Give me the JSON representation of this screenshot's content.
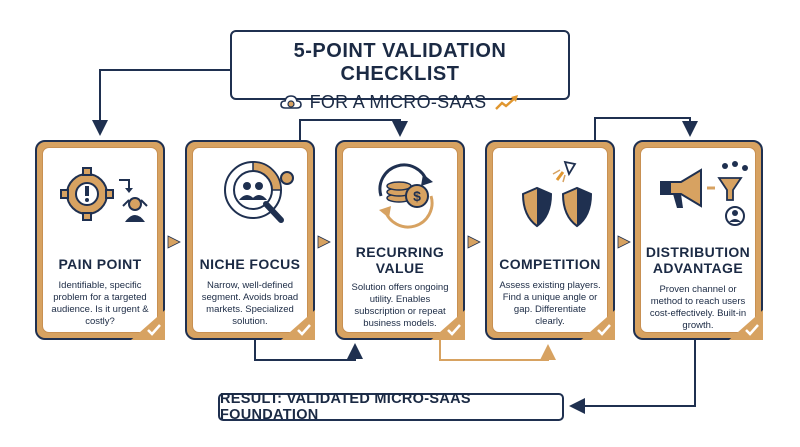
{
  "title": {
    "main": "5-POINT VALIDATION CHECKLIST",
    "sub": "FOR A MICRO-SAAS",
    "left_icon": "cloud-gear-icon",
    "right_icon": "trend-arrow-icon"
  },
  "steps": [
    {
      "title": "PAIN POINT",
      "desc": "Identifiable, specific problem for a targeted audience. Is it urgent & costly?",
      "icon": "gear-alert-icon"
    },
    {
      "title": "NICHE FOCUS",
      "desc": "Narrow, well-defined segment. Avoids broad markets. Specialized solution.",
      "icon": "target-magnifier-icon"
    },
    {
      "title": "RECURRING VALUE",
      "title_lines": [
        "RECURRING",
        "VALUE"
      ],
      "desc": "Solution offers ongoing utility. Enables subscription or repeat business models.",
      "icon": "coin-cycle-icon"
    },
    {
      "title": "COMPETITION",
      "desc": "Assess existing players. Find a unique angle or gap. Differentiate clearly.",
      "icon": "shields-rocket-icon"
    },
    {
      "title": "DISTRIBUTION ADVANTAGE",
      "title_lines": [
        "DISTRIBUTION",
        "ADVANTAGE"
      ],
      "desc": "Proven channel or method to reach users cost-effectively. Built-in growth.",
      "icon": "megaphone-funnel-icon"
    }
  ],
  "result": "RESULT: VALIDATED MICRO-SAAS FOUNDATION",
  "colors": {
    "navy": "#1f3050",
    "gold": "#d7a261",
    "accent": "#e0962f"
  }
}
